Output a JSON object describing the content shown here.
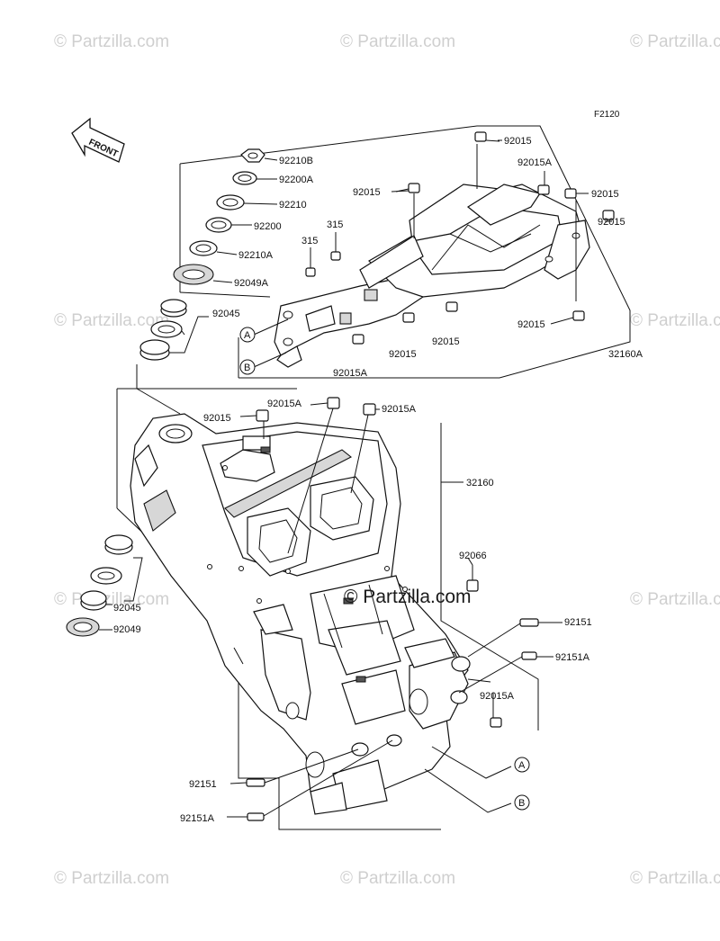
{
  "figure_id": "F2120",
  "front_label": "FRONT",
  "watermark": "© Partzilla.com",
  "watermark_center": "© Partzilla.com",
  "refs": {
    "a": "A",
    "b": "B"
  },
  "labels": {
    "p92210B": "92210B",
    "p92200A": "92200A",
    "p92210": "92210",
    "p92200": "92200",
    "p92210A": "92210A",
    "p92049A": "92049A",
    "p92045_top": "92045",
    "p315_a": "315",
    "p315_b": "315",
    "p92015_top": "92015",
    "p92015A_top": "92015A",
    "p92015_l": "92015",
    "p92015_r1": "92015",
    "p92015_r2": "92015",
    "p92015_r3": "92015",
    "p92015_m1": "92015",
    "p92015_m2": "92015",
    "p92015A_sub": "92015A",
    "p32160A": "32160A",
    "p92015A_f1": "92015A",
    "p92015_f": "92015",
    "p92015A_f2": "92015A",
    "p32160": "32160",
    "p92066": "92066",
    "p92151_r": "92151",
    "p92151A_r": "92151A",
    "p92015A_rl": "92015A",
    "p92045_bot": "92045",
    "p92049": "92049",
    "p92151_l": "92151",
    "p92151A_l": "92151A"
  },
  "colors": {
    "line": "#111111",
    "watermark": "#cfcfcf",
    "shade": "#d7d7d7"
  }
}
